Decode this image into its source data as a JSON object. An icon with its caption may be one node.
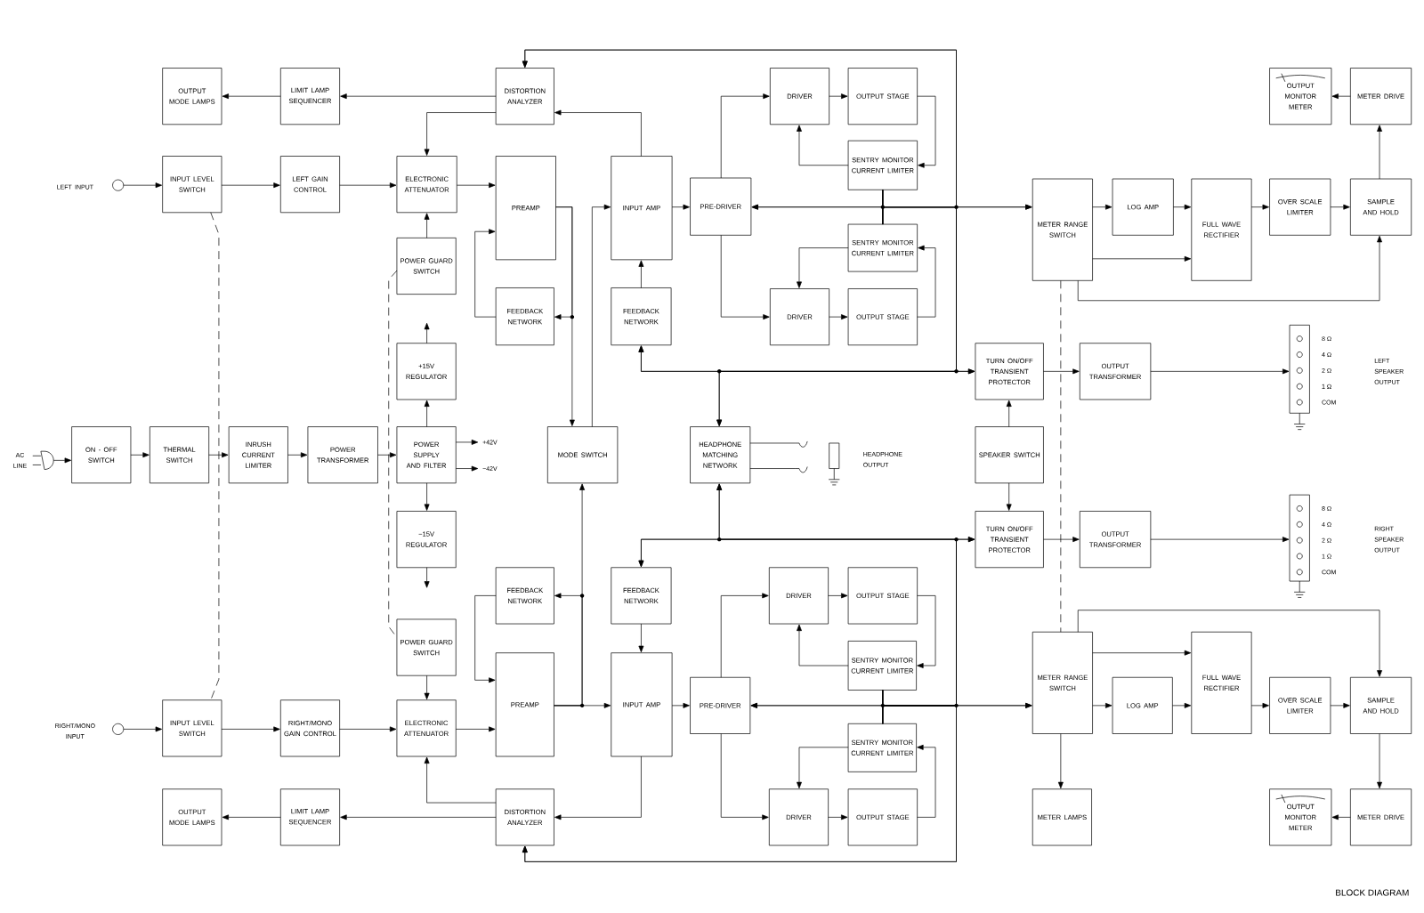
{
  "diagram": {
    "caption": "BLOCK DIAGRAM",
    "labels": [
      "LEFT SPEAKER OUTPUT",
      "RIGHT SPEAKER OUTPUT"
    ],
    "nodes": [
      {
        "text": [
          "OUTPUT MODE LAMPS"
        ]
      },
      {
        "text": [
          "LIMIT LAMP SEQUENCER"
        ]
      },
      {
        "text": [
          "DISTORTION ANALYZER"
        ]
      },
      {
        "text": [],
        "shape": "circle",
        "beside": [
          "LEFT INPUT"
        ]
      },
      {
        "text": [
          "INPUT LEVEL SWITCH"
        ]
      },
      {
        "text": [
          "LEFT GAIN CONTROL"
        ]
      },
      {
        "text": [
          "ELECTRONIC ATTENUATOR"
        ]
      },
      {
        "text": [
          "PREAMP"
        ]
      },
      {
        "text": [
          "POWER GUARD SWITCH"
        ]
      },
      {
        "text": [
          "FEEDBACK NETWORK"
        ]
      },
      {
        "text": [
          "INPUT AMP"
        ]
      },
      {
        "text": [
          "FEEDBACK NETWORK"
        ]
      },
      {
        "text": [
          "PRE-DRIVER"
        ]
      },
      {
        "text": [
          "DRIVER"
        ]
      },
      {
        "text": [
          "OUTPUT STAGE"
        ]
      },
      {
        "text": [
          "SENTRY MONITOR CURRENT LIMITER"
        ]
      },
      {
        "text": [
          "SENTRY MONITOR CURRENT LIMITER"
        ]
      },
      {
        "text": [
          "DRIVER"
        ]
      },
      {
        "text": [
          "OUTPUT STAGE"
        ]
      },
      {
        "text": [
          "METER RANGE SWITCH"
        ]
      },
      {
        "text": [
          "LOG AMP"
        ]
      },
      {
        "text": [
          "FULL WAVE RECTIFIER"
        ]
      },
      {
        "text": [
          "OVER SCALE LIMITER"
        ]
      },
      {
        "text": [
          "SAMPLE AND HOLD"
        ]
      },
      {
        "text": [
          "OUTPUT MONITOR METER"
        ]
      },
      {
        "text": [
          "METER DRIVE"
        ]
      },
      {
        "text": [
          "+15V REGULATOR"
        ]
      },
      {
        "text": [
          "TURN ON/OFF TRANSIENT PROTECTOR"
        ]
      },
      {
        "text": [
          "OUTPUT TRANSFORMER"
        ]
      },
      {
        "text": [],
        "shape": "bar",
        "beside": [
          "8 Ω",
          "4 Ω",
          "2 Ω",
          "1 Ω",
          "COM"
        ]
      },
      {
        "text": [],
        "shape": "plug",
        "beside": [
          "AC LINE"
        ]
      },
      {
        "text": [
          "ON - OFF SWITCH"
        ]
      },
      {
        "text": [
          "THERMAL SWITCH"
        ]
      },
      {
        "text": [
          "INRUSH CURRENT LIMITER"
        ]
      },
      {
        "text": [
          "POWER TRANSFORMER"
        ]
      },
      {
        "text": [
          "POWER SUPPLY AND FILTER"
        ]
      },
      {
        "text": [
          "MODE SWITCH"
        ]
      },
      {
        "text": [
          "HEADPHONE MATCHING NETWORK"
        ]
      },
      {
        "text": [],
        "shape": "jack",
        "beside": [
          "HEADPHONE OUTPUT"
        ]
      },
      {
        "text": [
          "SPEAKER SWITCH"
        ]
      },
      {
        "text": [
          "−15V REGULATOR"
        ]
      },
      {
        "text": [
          "TURN ON/OFF TRANSIENT PROTECTOR"
        ]
      },
      {
        "text": [
          "OUTPUT TRANSFORMER"
        ]
      },
      {
        "text": [],
        "shape": "bar",
        "beside": [
          "8 Ω",
          "4 Ω",
          "2 Ω",
          "1 Ω",
          "COM"
        ]
      },
      {
        "text": [
          "FEEDBACK NETWORK"
        ]
      },
      {
        "text": [
          "FEEDBACK NETWORK"
        ]
      },
      {
        "text": [
          "DRIVER"
        ]
      },
      {
        "text": [
          "OUTPUT STAGE"
        ]
      },
      {
        "text": [
          "POWER GUARD SWITCH"
        ]
      },
      {
        "text": [
          "SENTRY MONITOR CURRENT LIMITER"
        ]
      },
      {
        "text": [],
        "shape": "circle",
        "beside": [
          "RIGHT/MONO INPUT"
        ]
      },
      {
        "text": [
          "INPUT LEVEL SWITCH"
        ]
      },
      {
        "text": [
          "RIGHT/MONO GAIN CONTROL"
        ]
      },
      {
        "text": [
          "ELECTRONIC ATTENUATOR"
        ]
      },
      {
        "text": [
          "PREAMP"
        ]
      },
      {
        "text": [
          "INPUT AMP"
        ]
      },
      {
        "text": [
          "PRE-DRIVER"
        ]
      },
      {
        "text": [
          "METER RANGE SWITCH"
        ]
      },
      {
        "text": [
          "LOG AMP"
        ]
      },
      {
        "text": [
          "FULL WAVE RECTIFIER"
        ]
      },
      {
        "text": [
          "OVER SCALE LIMITER"
        ]
      },
      {
        "text": [
          "SAMPLE AND HOLD"
        ]
      },
      {
        "text": [
          "SENTRY MONITOR CURRENT LIMITER"
        ]
      },
      {
        "text": [
          "OUTPUT MODE LAMPS"
        ]
      },
      {
        "text": [
          "LIMIT LAMP SEQUENCER"
        ]
      },
      {
        "text": [
          "DISTORTION ANALYZER"
        ]
      },
      {
        "text": [
          "DRIVER"
        ]
      },
      {
        "text": [
          "OUTPUT STAGE"
        ]
      },
      {
        "text": [
          "METER LAMPS"
        ]
      },
      {
        "text": [
          "OUTPUT MONITOR METER"
        ]
      },
      {
        "text": [
          "METER DRIVE"
        ]
      }
    ],
    "edges": [
      {
        "from": 2,
        "to": 1,
        "arrow": "to"
      },
      {
        "from": 1,
        "to": 0,
        "arrow": "to"
      },
      {
        "from": 2,
        "to": 6,
        "arrow": "to"
      },
      {
        "from": 3,
        "to": 4,
        "arrow": "to"
      },
      {
        "from": 4,
        "to": 5,
        "arrow": "to"
      },
      {
        "from": 5,
        "to": 6,
        "arrow": "to"
      },
      {
        "from": 6,
        "to": 7,
        "arrow": "to"
      },
      {
        "from": 8,
        "to": 6,
        "arrow": "to"
      },
      {
        "from": 9,
        "to": 7,
        "arrow": "to"
      },
      {
        "from": 7,
        "to": 9,
        "arrow": "to"
      },
      {
        "from": 7,
        "to": 36,
        "arrow": "to"
      },
      {
        "from": 36,
        "to": 10,
        "arrow": "to"
      },
      {
        "from": 11,
        "to": 10,
        "arrow": "to"
      },
      {
        "from": 10,
        "to": 2,
        "arrow": "to"
      },
      {
        "from": 10,
        "to": 12,
        "arrow": "to"
      },
      {
        "from": 12,
        "to": 13,
        "arrow": "to"
      },
      {
        "from": 12,
        "to": 17,
        "arrow": "to"
      },
      {
        "from": 13,
        "to": 14,
        "arrow": "to"
      },
      {
        "from": 14,
        "to": 15,
        "arrow": "to"
      },
      {
        "from": 15,
        "to": 13,
        "arrow": "to"
      },
      {
        "from": 17,
        "to": 18,
        "arrow": "to"
      },
      {
        "from": 18,
        "to": 16,
        "arrow": "to"
      },
      {
        "from": 16,
        "to": 17,
        "arrow": "to"
      },
      {
        "from": 15,
        "to": 12,
        "arrow": "to"
      },
      {
        "from": 15,
        "to": 19,
        "arrow": "to"
      },
      {
        "from": 15,
        "to": 2,
        "arrow": "to"
      },
      {
        "from": 15,
        "to": 11,
        "arrow": "to"
      },
      {
        "from": 15,
        "to": 27,
        "arrow": "to"
      },
      {
        "from": 15,
        "to": 37,
        "arrow": "to"
      },
      {
        "from": 16,
        "to": 12,
        "arrow": "to"
      },
      {
        "from": 16,
        "to": 19,
        "arrow": "to"
      },
      {
        "from": 16,
        "to": 2,
        "arrow": "to"
      },
      {
        "from": 16,
        "to": 11,
        "arrow": "to"
      },
      {
        "from": 16,
        "to": 27,
        "arrow": "to"
      },
      {
        "from": 16,
        "to": 37,
        "arrow": "to"
      },
      {
        "from": 19,
        "to": 20,
        "arrow": "to"
      },
      {
        "from": 19,
        "to": 21,
        "arrow": "to"
      },
      {
        "from": 20,
        "to": 21,
        "arrow": "to"
      },
      {
        "from": 21,
        "to": 22,
        "arrow": "to"
      },
      {
        "from": 22,
        "to": 23,
        "arrow": "to"
      },
      {
        "from": 19,
        "to": 23,
        "arrow": "to"
      },
      {
        "from": 23,
        "to": 25,
        "arrow": "to"
      },
      {
        "from": 25,
        "to": 24,
        "arrow": "to"
      },
      {
        "from": 27,
        "to": 28,
        "arrow": "to"
      },
      {
        "from": 28,
        "to": 29,
        "arrow": "to"
      },
      {
        "from": 8,
        "to": 48,
        "arrow": "none",
        "style": "dashed"
      },
      {
        "from": 4,
        "to": 51,
        "arrow": "none",
        "style": "dashed"
      },
      {
        "from": 19,
        "to": 57,
        "arrow": "none",
        "style": "dashed"
      },
      {
        "from": 30,
        "to": 31,
        "arrow": "to"
      },
      {
        "from": 31,
        "to": 32,
        "arrow": "to"
      },
      {
        "from": 32,
        "to": 33,
        "arrow": "to"
      },
      {
        "from": 33,
        "to": 34,
        "arrow": "to"
      },
      {
        "from": 34,
        "to": 35,
        "arrow": "to"
      },
      {
        "from": 35,
        "to": null,
        "arrow": "to",
        "label": "+42V"
      },
      {
        "from": 35,
        "to": null,
        "arrow": "to",
        "label": "−42V"
      },
      {
        "from": 35,
        "to": 26,
        "arrow": "to"
      },
      {
        "from": 26,
        "to": null,
        "arrow": "to"
      },
      {
        "from": 35,
        "to": 40,
        "arrow": "to"
      },
      {
        "from": 40,
        "to": null,
        "arrow": "to"
      },
      {
        "from": 37,
        "to": 38,
        "arrow": "none"
      },
      {
        "from": 37,
        "to": 38,
        "arrow": "none"
      },
      {
        "from": 39,
        "to": 27,
        "arrow": "to"
      },
      {
        "from": 39,
        "to": 41,
        "arrow": "to"
      },
      {
        "from": 41,
        "to": 42,
        "arrow": "to"
      },
      {
        "from": 42,
        "to": 43,
        "arrow": "to"
      },
      {
        "from": 64,
        "to": 63,
        "arrow": "to"
      },
      {
        "from": 65,
        "to": 64,
        "arrow": "to"
      },
      {
        "from": 65,
        "to": 53,
        "arrow": "to"
      },
      {
        "from": 50,
        "to": 51,
        "arrow": "to"
      },
      {
        "from": 51,
        "to": 52,
        "arrow": "to"
      },
      {
        "from": 52,
        "to": 53,
        "arrow": "to"
      },
      {
        "from": 53,
        "to": 54,
        "arrow": "to"
      },
      {
        "from": 48,
        "to": 53,
        "arrow": "to"
      },
      {
        "from": 44,
        "to": 54,
        "arrow": "to"
      },
      {
        "from": 54,
        "to": 55,
        "arrow": "to"
      },
      {
        "from": 54,
        "to": 44,
        "arrow": "to"
      },
      {
        "from": 54,
        "to": 36,
        "arrow": "to"
      },
      {
        "from": 45,
        "to": 55,
        "arrow": "to"
      },
      {
        "from": 55,
        "to": 65,
        "arrow": "to"
      },
      {
        "from": 55,
        "to": 56,
        "arrow": "to"
      },
      {
        "from": 56,
        "to": 46,
        "arrow": "to"
      },
      {
        "from": 56,
        "to": 66,
        "arrow": "to"
      },
      {
        "from": 46,
        "to": 47,
        "arrow": "to"
      },
      {
        "from": 47,
        "to": 49,
        "arrow": "to"
      },
      {
        "from": 49,
        "to": 46,
        "arrow": "to"
      },
      {
        "from": 66,
        "to": 67,
        "arrow": "to"
      },
      {
        "from": 67,
        "to": 62,
        "arrow": "to"
      },
      {
        "from": 62,
        "to": 66,
        "arrow": "to"
      },
      {
        "from": 49,
        "to": 56,
        "arrow": "to"
      },
      {
        "from": 49,
        "to": 57,
        "arrow": "to"
      },
      {
        "from": 49,
        "to": 65,
        "arrow": "to"
      },
      {
        "from": 49,
        "to": 45,
        "arrow": "to"
      },
      {
        "from": 49,
        "to": 41,
        "arrow": "to"
      },
      {
        "from": 49,
        "to": 37,
        "arrow": "to"
      },
      {
        "from": 62,
        "to": 56,
        "arrow": "to"
      },
      {
        "from": 62,
        "to": 57,
        "arrow": "to"
      },
      {
        "from": 62,
        "to": 65,
        "arrow": "to"
      },
      {
        "from": 62,
        "to": 45,
        "arrow": "to"
      },
      {
        "from": 62,
        "to": 41,
        "arrow": "to"
      },
      {
        "from": 62,
        "to": 37,
        "arrow": "to"
      },
      {
        "from": 57,
        "to": 58,
        "arrow": "to"
      },
      {
        "from": 57,
        "to": 59,
        "arrow": "to"
      },
      {
        "from": 58,
        "to": 59,
        "arrow": "to"
      },
      {
        "from": 59,
        "to": 60,
        "arrow": "to"
      },
      {
        "from": 60,
        "to": 61,
        "arrow": "to"
      },
      {
        "from": 57,
        "to": 61,
        "arrow": "to"
      },
      {
        "from": 61,
        "to": 70,
        "arrow": "to"
      },
      {
        "from": 70,
        "to": 69,
        "arrow": "to"
      },
      {
        "from": 57,
        "to": 68,
        "arrow": "to"
      }
    ]
  }
}
